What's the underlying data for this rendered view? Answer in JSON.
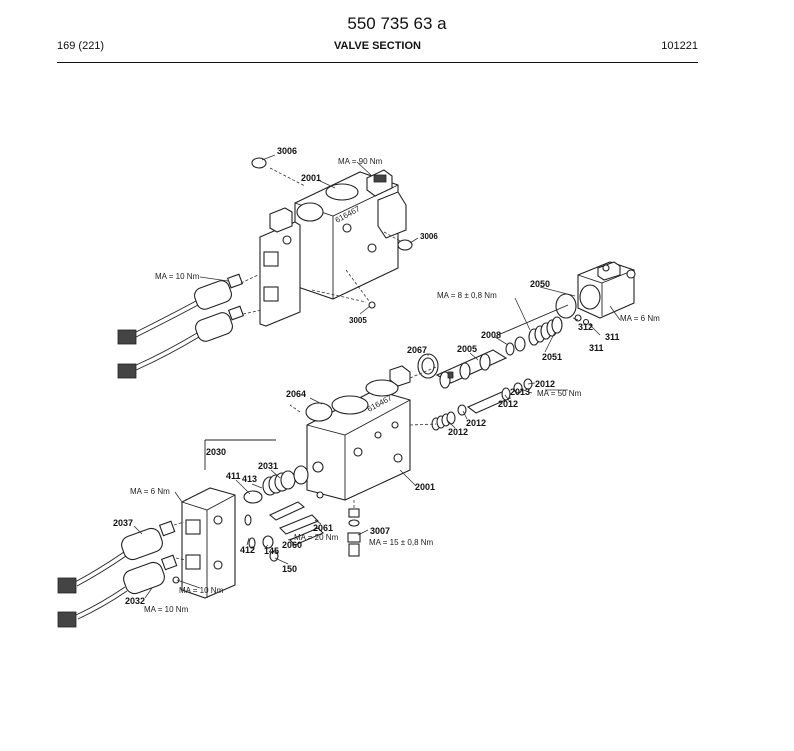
{
  "header": {
    "doc_number": "550 735 63 a",
    "page": "169 (221)",
    "title": "VALVE SECTION",
    "code": "101221"
  },
  "diagram": {
    "part_labels": [
      "3006",
      "2001",
      "3006",
      "3005",
      "2050",
      "312",
      "311",
      "311",
      "2051",
      "2008",
      "2005",
      "2067",
      "2064",
      "2013",
      "2012",
      "2012",
      "2012",
      "2012",
      "2001",
      "2030",
      "411",
      "413",
      "2031",
      "2037",
      "412",
      "145",
      "2060",
      "2061",
      "150",
      "3007",
      "2032"
    ],
    "torque_labels": [
      "MA = 90 Nm",
      "MA = 10 Nm",
      "MA = 8 ± 0,8 Nm",
      "MA = 6 Nm",
      "MA = 50 Nm",
      "MA = 6 Nm",
      "MA = 20 Nm",
      "MA = 15 ± 0,8 Nm",
      "MA = 10 Nm",
      "MA = 10 Nm"
    ],
    "block_markings": [
      "616467",
      "616467"
    ]
  }
}
